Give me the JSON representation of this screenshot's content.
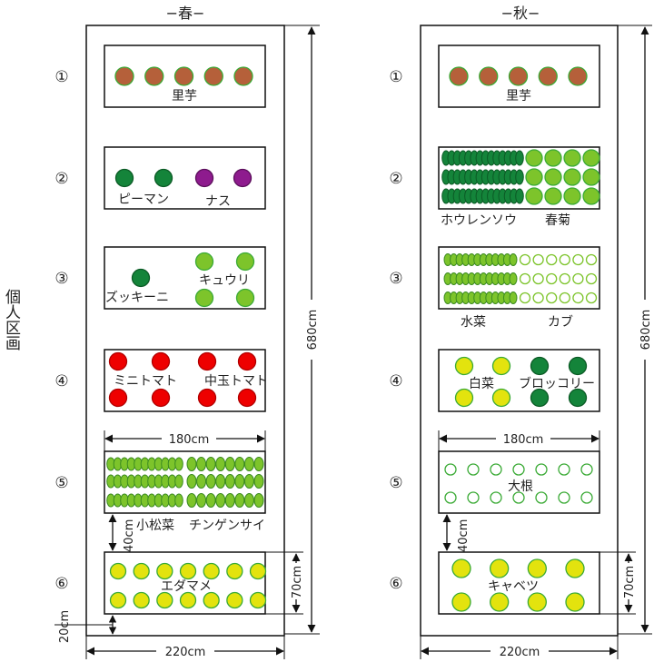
{
  "side_label": "個人区画",
  "colors": {
    "taro": "#b5603a",
    "dark_green": "#14843a",
    "purple": "#8e1b8e",
    "red": "#ee0000",
    "light_green": "#7dc42b",
    "yellow": "#e3e30e",
    "outline_green": "#3aaa35"
  },
  "plot_numbers": [
    "①",
    "②",
    "③",
    "④",
    "⑤",
    "⑥"
  ],
  "spring": {
    "title": "−春−",
    "beds": [
      {
        "labels": [
          "里芋"
        ]
      },
      {
        "labels": [
          "ピーマン",
          "ナス"
        ]
      },
      {
        "labels": [
          "ズッキーニ",
          "キュウリ"
        ]
      },
      {
        "labels": [
          "ミニトマト",
          "中玉トマト"
        ]
      },
      {
        "labels": [
          "小松菜",
          "チンゲンサイ"
        ]
      },
      {
        "labels": [
          "エダマメ"
        ]
      }
    ],
    "dimensions": {
      "bed_width": "180cm",
      "gap": "40cm",
      "bed_depth": "70cm",
      "total_length": "680cm",
      "margin": "20cm",
      "total_width": "220cm"
    }
  },
  "autumn": {
    "title": "−秋−",
    "beds": [
      {
        "labels": [
          "里芋"
        ]
      },
      {
        "labels": [
          "ホウレンソウ",
          "春菊"
        ]
      },
      {
        "labels": [
          "水菜",
          "カブ"
        ]
      },
      {
        "labels": [
          "白菜",
          "ブロッコリー"
        ]
      },
      {
        "labels": [
          "大根"
        ]
      },
      {
        "labels": [
          "キャベツ"
        ]
      }
    ],
    "dimensions": {
      "bed_width": "180cm",
      "gap": "40cm",
      "bed_depth": "70cm",
      "total_length": "680cm",
      "total_width": "220cm"
    }
  }
}
